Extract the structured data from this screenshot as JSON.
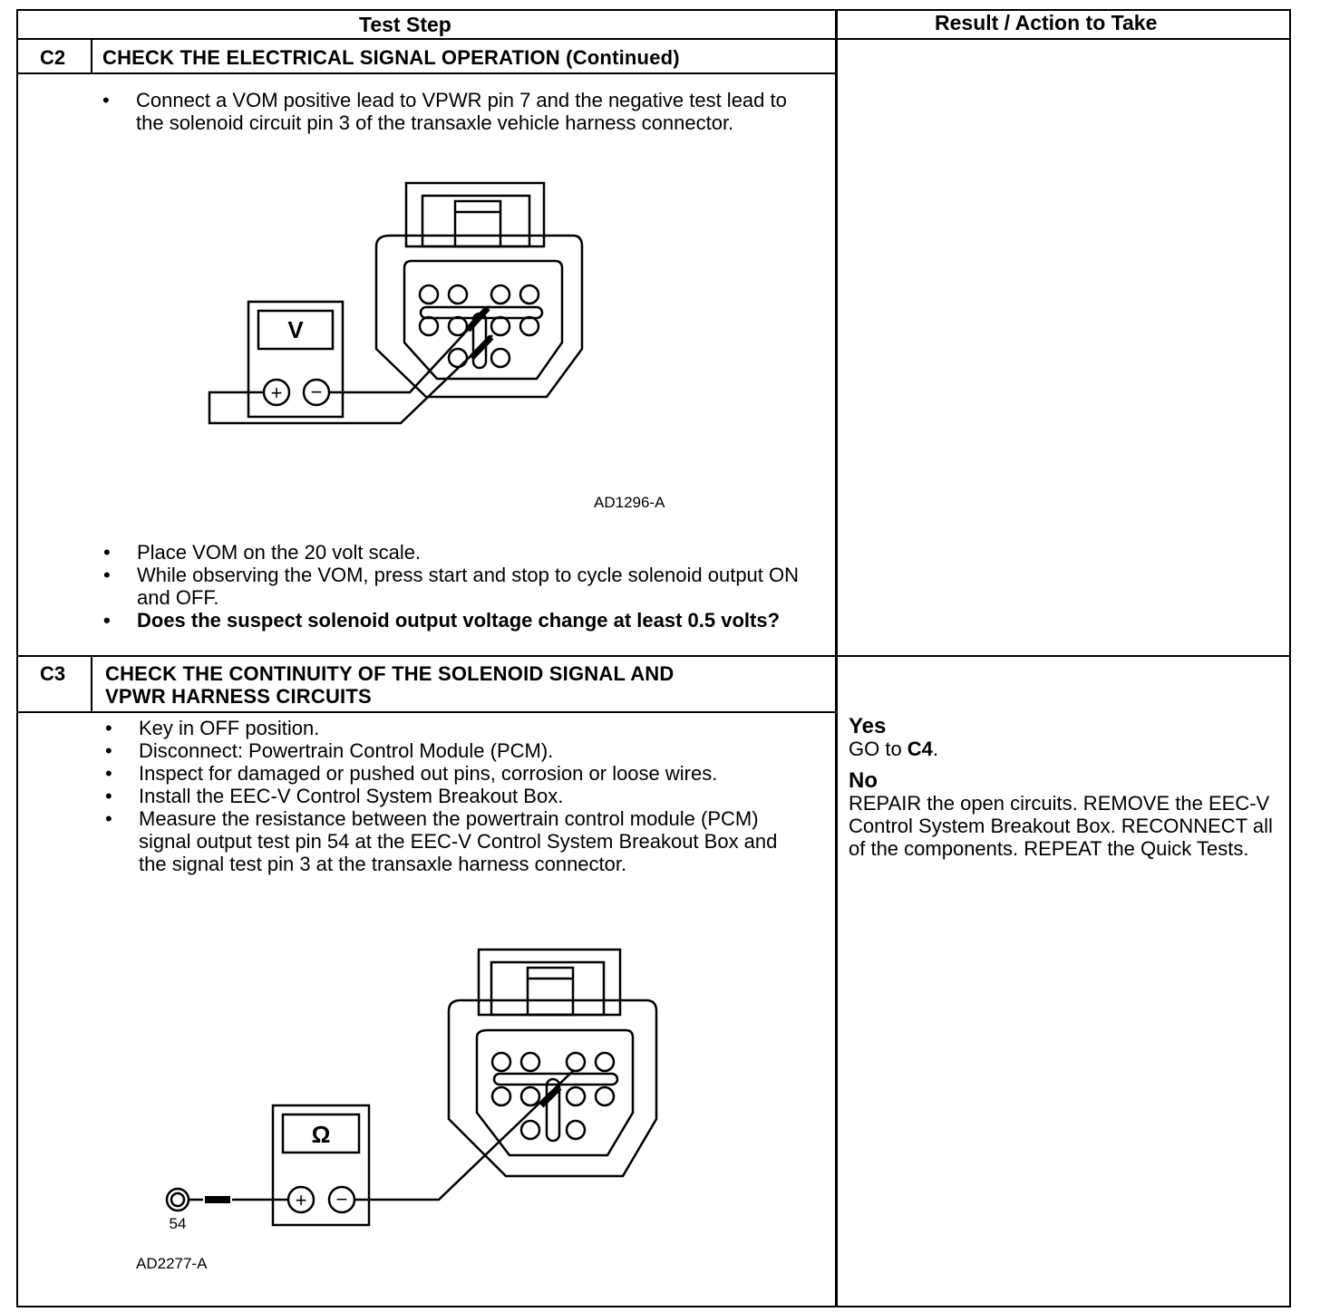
{
  "header": {
    "test_step": "Test Step",
    "result_action": "Result / Action to Take"
  },
  "c2": {
    "id": "C2",
    "title": "CHECK THE ELECTRICAL SIGNAL OPERATION (Continued)",
    "step1": "Connect a VOM positive lead to VPWR pin 7 and the negative test lead to the solenoid circuit pin 3 of the transaxle vehicle harness connector.",
    "meter_label": "V",
    "figure_id": "AD1296-A",
    "step2": "Place VOM on the 20 volt scale.",
    "step3": "While observing the VOM, press start and stop to cycle solenoid output ON and OFF.",
    "step4": "Does the suspect solenoid output voltage change at least 0.5 volts?"
  },
  "c3": {
    "id": "C3",
    "title_line1": "CHECK THE CONTINUITY OF THE SOLENOID SIGNAL AND",
    "title_line2": "VPWR HARNESS CIRCUITS",
    "steps": [
      "Key in OFF position.",
      "Disconnect: Powertrain Control Module (PCM).",
      "Inspect for damaged or pushed out pins, corrosion or loose wires.",
      "Install the EEC-V Control System Breakout Box.",
      "Measure the resistance between the powertrain control module (PCM) signal output test pin 54 at the EEC-V Control System Breakout Box and the signal test pin 3 at the transaxle harness connector."
    ],
    "meter_label": "Ω",
    "pin_label": "54",
    "figure_id": "AD2277-A",
    "result": {
      "yes_label": "Yes",
      "yes_text_pre": "GO to ",
      "yes_target": "C4",
      "yes_text_post": ".",
      "no_label": "No",
      "no_text": "REPAIR the open circuits. REMOVE the EEC-V Control System Breakout Box. RECONNECT all of the components. REPEAT the Quick Tests."
    }
  },
  "symbols": {
    "bullet": "•",
    "plus": "+",
    "minus": "−"
  }
}
